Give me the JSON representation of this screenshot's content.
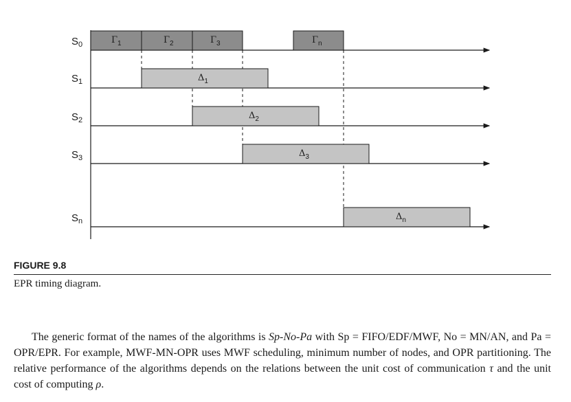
{
  "figure": {
    "label": "FIGURE 9.8",
    "caption": "EPR timing diagram.",
    "rows": [
      {
        "base": "S",
        "sub": "0"
      },
      {
        "base": "S",
        "sub": "1"
      },
      {
        "base": "S",
        "sub": "2"
      },
      {
        "base": "S",
        "sub": "3"
      },
      {
        "base": "S",
        "sub": "n"
      }
    ],
    "comm_blocks": [
      {
        "base": "Γ",
        "sub": "1"
      },
      {
        "base": "Γ",
        "sub": "2"
      },
      {
        "base": "Γ",
        "sub": "3"
      },
      {
        "base": "Γ",
        "sub": "n"
      }
    ],
    "compute_blocks": [
      {
        "base": "Δ",
        "sub": "1"
      },
      {
        "base": "Δ",
        "sub": "2"
      },
      {
        "base": "Δ",
        "sub": "3"
      },
      {
        "base": "Δ",
        "sub": "n"
      }
    ],
    "colors": {
      "comm_fill": "#8c8c8c",
      "compute_fill": "#c4c4c4",
      "stroke": "#1a1a1a"
    }
  },
  "body": {
    "p1": "The generic format of the names of the algorithms is ",
    "p2": "Sp-No-Pa",
    "p3": " with Sp = FIFO/EDF/MWF, No = MN/AN, and Pa = OPR/EPR. For example, MWF-MN-OPR uses MWF scheduling, minimum number of nodes, and OPR partitioning. The relative performance of the algorithms depends on the relations between the unit cost of communication ",
    "p4": "τ",
    "p5": " and the unit cost of computing ",
    "p6": "ρ",
    "p7": "."
  }
}
